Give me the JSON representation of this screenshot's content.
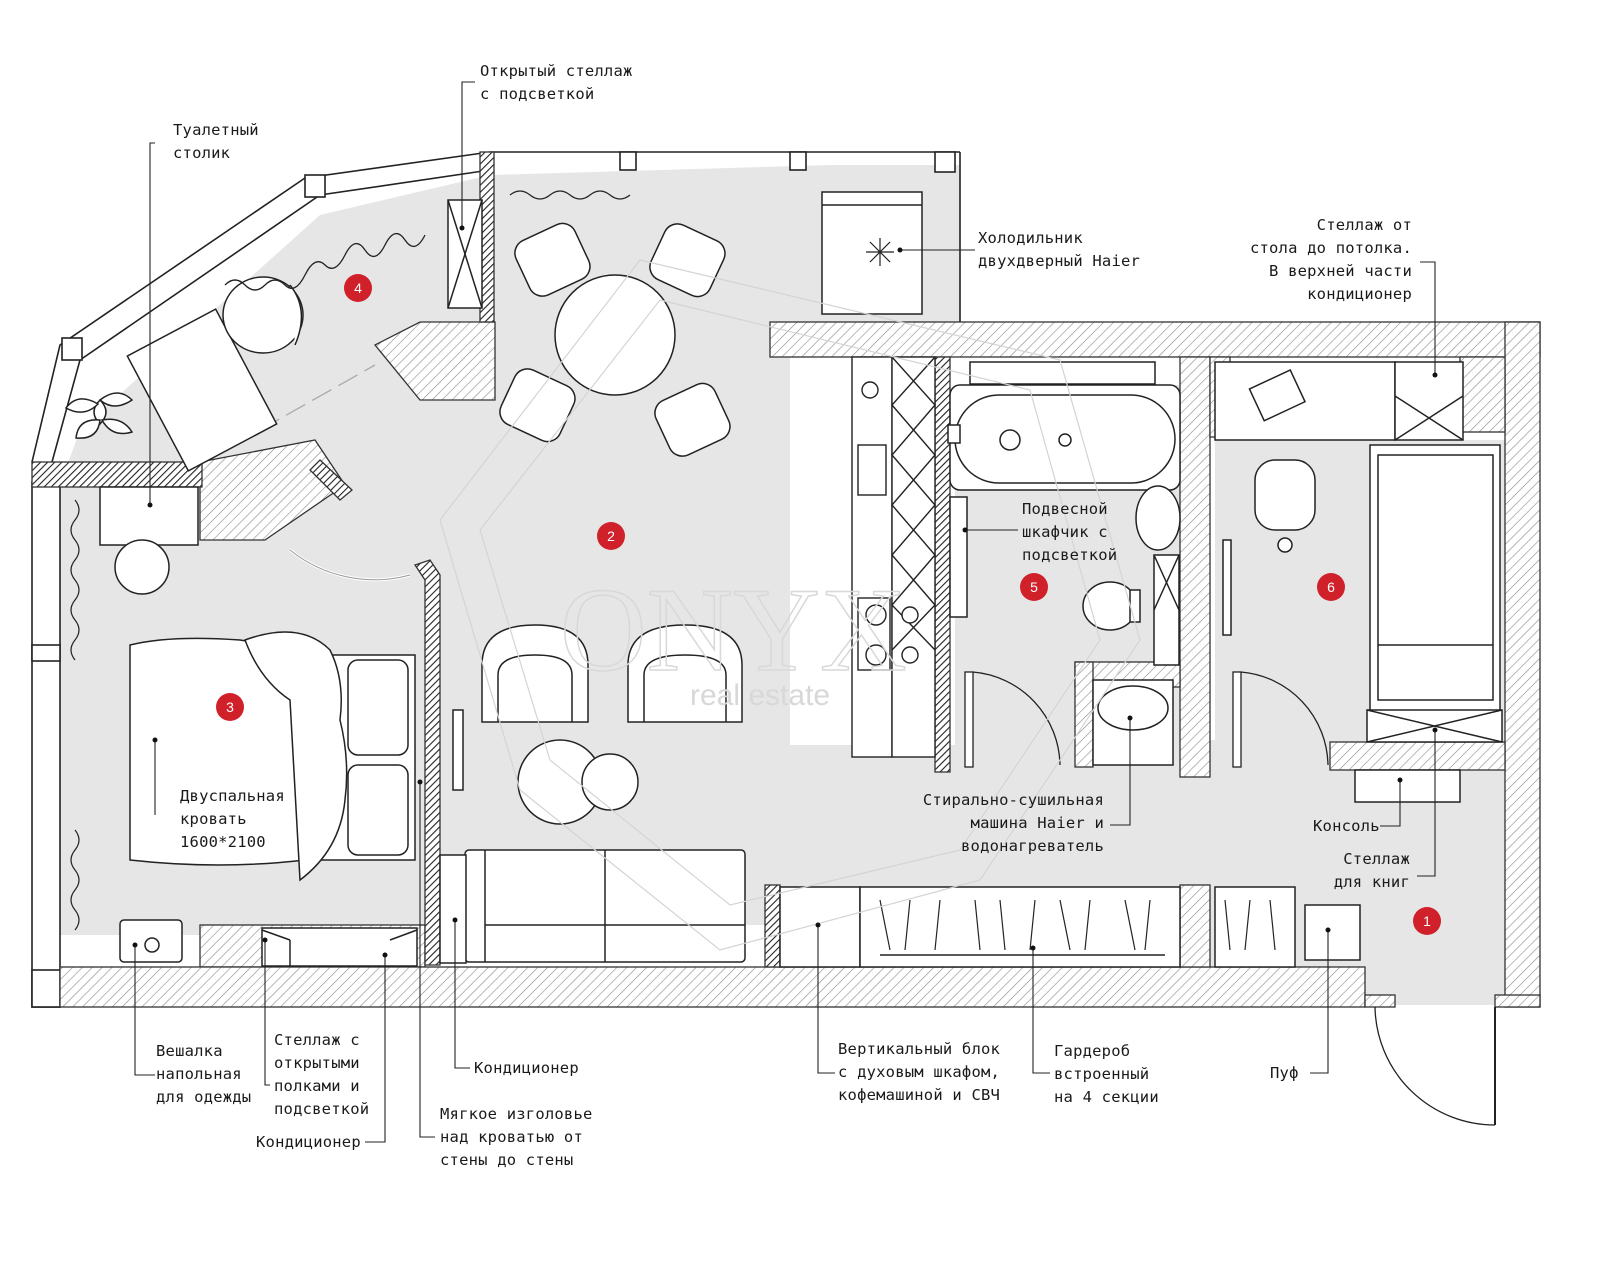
{
  "rooms": [
    {
      "number": "1"
    },
    {
      "number": "2"
    },
    {
      "number": "3"
    },
    {
      "number": "4"
    },
    {
      "number": "5"
    },
    {
      "number": "6"
    }
  ],
  "labels": {
    "open_shelf": "Открытый стеллаж\nс подсветкой",
    "vanity_table": "Туалетный\nстолик",
    "fridge": "Холодильник\nдвухдверный Haier",
    "desk_shelf": "Стеллаж от\nстола до потолка.\nВ верхней части\nкондиционер",
    "hanging_cabinet": "Подвесной\nшкафчик с\nподсветкой",
    "double_bed": "Двуспальная\nкровать\n1600*2100",
    "washer": "Стирально-сушильная\nмашина Haier и\nводонагреватель",
    "console": "Консоль",
    "book_shelf": "Стеллаж\nдля книг",
    "coat_rack": "Вешалка\nнапольная\nдля одежды",
    "open_shelves": "Стеллаж с\nоткрытыми\nполками и\nподсветкой",
    "ac_bottom": "Кондиционер",
    "ac_mid": "Кондиционер",
    "headboard": "Мягкое изголовье\nнад кроватью от\nстены до стены",
    "vertical_block": "Вертикальный блок\nс духовым шкафом,\nкофемашиной и СВЧ",
    "wardrobe": "Гардероб\nвстроенный\nна 4 секции",
    "pouf": "Пуф"
  },
  "watermark": {
    "brand": "ONYX",
    "sub": "real estate"
  },
  "colors": {
    "badge": "#d0202a",
    "floor": "#e6e6e6",
    "wall": "#222222",
    "hatch": "#777777"
  }
}
